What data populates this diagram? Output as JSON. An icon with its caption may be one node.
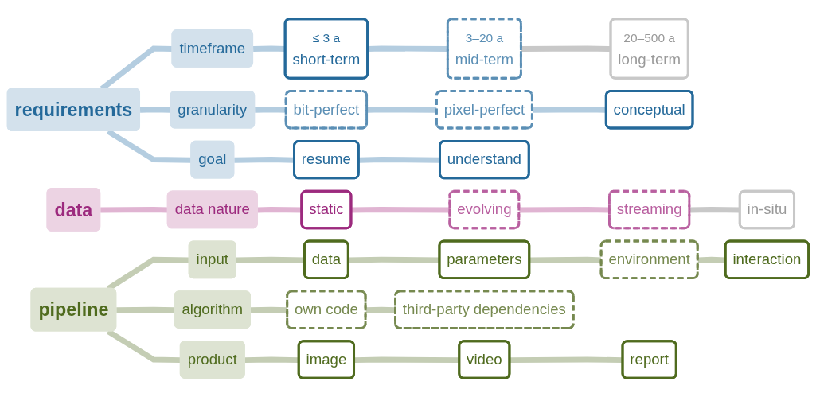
{
  "diagram": {
    "nodes": [
      {
        "text": [
          "requirements"
        ]
      },
      {
        "text": [
          "timeframe"
        ]
      },
      {
        "text": [
          "granularity"
        ]
      },
      {
        "text": [
          "goal"
        ]
      },
      {
        "text": [
          "≤ 3 a",
          "short-term"
        ]
      },
      {
        "text": [
          "3–20 a",
          "mid-term"
        ]
      },
      {
        "text": [
          "20–500 a",
          "long-term"
        ]
      },
      {
        "text": [
          "bit-perfect"
        ]
      },
      {
        "text": [
          "pixel-perfect"
        ]
      },
      {
        "text": [
          "conceptual"
        ]
      },
      {
        "text": [
          "resume"
        ]
      },
      {
        "text": [
          "understand"
        ]
      },
      {
        "text": [
          "data"
        ]
      },
      {
        "text": [
          "data nature"
        ]
      },
      {
        "text": [
          "static"
        ]
      },
      {
        "text": [
          "evolving"
        ]
      },
      {
        "text": [
          "streaming"
        ]
      },
      {
        "text": [
          "in-situ"
        ]
      },
      {
        "text": [
          "pipeline"
        ]
      },
      {
        "text": [
          "input"
        ]
      },
      {
        "text": [
          "algorithm"
        ]
      },
      {
        "text": [
          "product"
        ]
      },
      {
        "text": [
          "data"
        ]
      },
      {
        "text": [
          "parameters"
        ]
      },
      {
        "text": [
          "environment"
        ]
      },
      {
        "text": [
          "interaction"
        ]
      },
      {
        "text": [
          "own code"
        ]
      },
      {
        "text": [
          "third-party dependencies"
        ]
      },
      {
        "text": [
          "image"
        ]
      },
      {
        "text": [
          "video"
        ]
      },
      {
        "text": [
          "report"
        ]
      }
    ],
    "edges": [
      {
        "from": 0,
        "to": 1,
        "arrow": "none",
        "color": "#b4cde0"
      },
      {
        "from": 0,
        "to": 2,
        "arrow": "none",
        "color": "#b4cde0"
      },
      {
        "from": 0,
        "to": 3,
        "arrow": "none",
        "color": "#b4cde0"
      },
      {
        "from": 1,
        "to": 4,
        "arrow": "none",
        "color": "#b4cde0"
      },
      {
        "from": 4,
        "to": 5,
        "arrow": "none",
        "color": "#b4cde0"
      },
      {
        "from": 5,
        "to": 6,
        "arrow": "none",
        "color": "#c8c8c8"
      },
      {
        "from": 2,
        "to": 7,
        "arrow": "none",
        "color": "#b4cde0"
      },
      {
        "from": 7,
        "to": 8,
        "arrow": "none",
        "color": "#b4cde0"
      },
      {
        "from": 8,
        "to": 9,
        "arrow": "none",
        "color": "#b4cde0"
      },
      {
        "from": 3,
        "to": 10,
        "arrow": "none",
        "color": "#b4cde0"
      },
      {
        "from": 10,
        "to": 11,
        "arrow": "none",
        "color": "#b4cde0"
      },
      {
        "from": 12,
        "to": 13,
        "arrow": "none",
        "color": "#e0b4d2"
      },
      {
        "from": 13,
        "to": 14,
        "arrow": "none",
        "color": "#e0b4d2"
      },
      {
        "from": 14,
        "to": 15,
        "arrow": "none",
        "color": "#e0b4d2"
      },
      {
        "from": 15,
        "to": 16,
        "arrow": "none",
        "color": "#e0b4d2"
      },
      {
        "from": 16,
        "to": 17,
        "arrow": "none",
        "color": "#c8c8c8"
      },
      {
        "from": 18,
        "to": 19,
        "arrow": "none",
        "color": "#c4cdb4"
      },
      {
        "from": 18,
        "to": 20,
        "arrow": "none",
        "color": "#c4cdb4"
      },
      {
        "from": 18,
        "to": 21,
        "arrow": "none",
        "color": "#c4cdb4"
      },
      {
        "from": 19,
        "to": 22,
        "arrow": "none",
        "color": "#c4cdb4"
      },
      {
        "from": 22,
        "to": 23,
        "arrow": "none",
        "color": "#c4cdb4"
      },
      {
        "from": 23,
        "to": 24,
        "arrow": "none",
        "color": "#c4cdb4"
      },
      {
        "from": 24,
        "to": 25,
        "arrow": "none",
        "color": "#c4cdb4"
      },
      {
        "from": 20,
        "to": 26,
        "arrow": "none",
        "color": "#c4cdb4"
      },
      {
        "from": 26,
        "to": 27,
        "arrow": "none",
        "color": "#c4cdb4"
      },
      {
        "from": 21,
        "to": 28,
        "arrow": "none",
        "color": "#c4cdb4"
      },
      {
        "from": 28,
        "to": 29,
        "arrow": "none",
        "color": "#c4cdb4"
      },
      {
        "from": 29,
        "to": 30,
        "arrow": "none",
        "color": "#c4cdb4"
      }
    ]
  }
}
